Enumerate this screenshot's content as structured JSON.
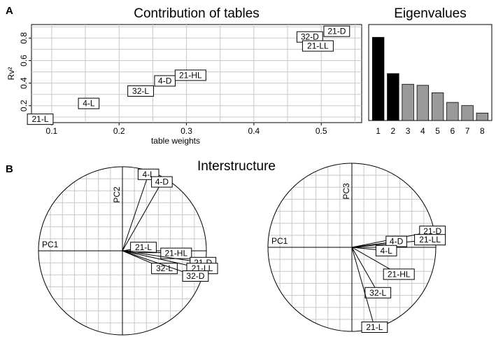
{
  "panel_labels": {
    "a": "A",
    "b": "B"
  },
  "chart_data": [
    {
      "id": "contribution",
      "type": "scatter",
      "title": "Contribution of tables",
      "xlabel": "table weights",
      "ylabel": "Rv²",
      "xlim": [
        0.07,
        0.56
      ],
      "ylim": [
        0.05,
        0.92
      ],
      "xticks": [
        "0.1",
        "0.2",
        "0.3",
        "0.4",
        "0.5"
      ],
      "yticks": [
        "0.2",
        "0.4",
        "0.6",
        "0.8"
      ],
      "grid": true,
      "points": [
        {
          "label": "21-L",
          "x": 0.083,
          "y": 0.08
        },
        {
          "label": "4-L",
          "x": 0.155,
          "y": 0.22
        },
        {
          "label": "32-L",
          "x": 0.232,
          "y": 0.33
        },
        {
          "label": "4-D",
          "x": 0.268,
          "y": 0.42
        },
        {
          "label": "21-HL",
          "x": 0.306,
          "y": 0.47
        },
        {
          "label": "32-D",
          "x": 0.483,
          "y": 0.81
        },
        {
          "label": "21-D",
          "x": 0.523,
          "y": 0.86
        },
        {
          "label": "21-LL",
          "x": 0.495,
          "y": 0.73
        }
      ]
    },
    {
      "id": "eigenvalues",
      "type": "bar",
      "title": "Eigenvalues",
      "categories": [
        "1",
        "2",
        "3",
        "4",
        "5",
        "6",
        "7",
        "8"
      ],
      "values": [
        0.78,
        0.44,
        0.34,
        0.33,
        0.26,
        0.17,
        0.14,
        0.07
      ],
      "ylim": [
        0,
        0.9
      ],
      "colors": [
        "#000000",
        "#000000",
        "#9a9a9a",
        "#9a9a9a",
        "#9a9a9a",
        "#9a9a9a",
        "#9a9a9a",
        "#9a9a9a"
      ]
    },
    {
      "id": "interstructure-12",
      "type": "scatter",
      "title": "Interstructure",
      "xlabel": "PC1",
      "ylabel": "PC2",
      "xlim": [
        -1,
        1
      ],
      "ylim": [
        -1,
        1
      ],
      "grid": true,
      "vectors": [
        {
          "label": "4-L",
          "x": 0.31,
          "y": 0.91
        },
        {
          "label": "4-D",
          "x": 0.47,
          "y": 0.82
        },
        {
          "label": "21-L",
          "x": 0.25,
          "y": 0.04
        },
        {
          "label": "21-HL",
          "x": 0.64,
          "y": -0.03
        },
        {
          "label": "21-D",
          "x": 0.96,
          "y": -0.14
        },
        {
          "label": "21-LL",
          "x": 0.95,
          "y": -0.21
        },
        {
          "label": "32-L",
          "x": 0.5,
          "y": -0.21
        },
        {
          "label": "32-D",
          "x": 0.87,
          "y": -0.3
        }
      ]
    },
    {
      "id": "interstructure-13",
      "type": "scatter",
      "xlabel": "PC1",
      "ylabel": "PC3",
      "xlim": [
        -1,
        1
      ],
      "ylim": [
        -1,
        1
      ],
      "grid": true,
      "vectors": [
        {
          "label": "21-D",
          "x": 0.96,
          "y": 0.19
        },
        {
          "label": "21-LL",
          "x": 0.93,
          "y": 0.09
        },
        {
          "label": "4-D",
          "x": 0.53,
          "y": 0.07
        },
        {
          "label": "4-L",
          "x": 0.41,
          "y": -0.04
        },
        {
          "label": "21-HL",
          "x": 0.56,
          "y": -0.32
        },
        {
          "label": "32-L",
          "x": 0.31,
          "y": -0.54
        },
        {
          "label": "21-L",
          "x": 0.27,
          "y": -0.95
        }
      ]
    }
  ]
}
